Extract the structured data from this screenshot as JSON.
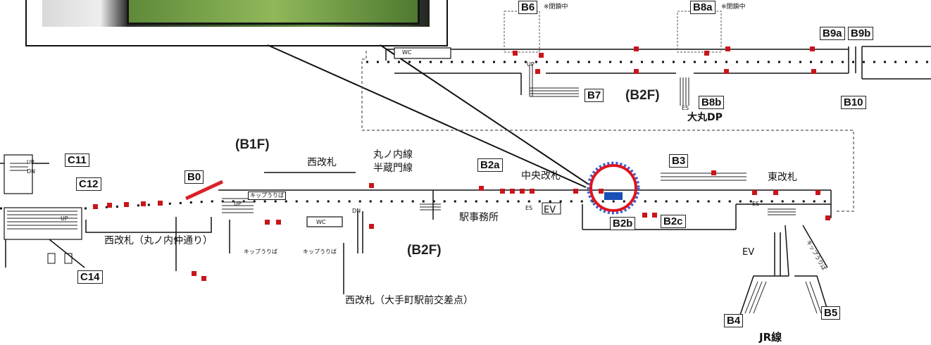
{
  "floors": {
    "b1f": "(B1F)",
    "b2f_upper": "(B2F)",
    "b2f_lower": "(B2F)"
  },
  "exits": {
    "B6": "B6",
    "B8a": "B8a",
    "B9a": "B9a",
    "B9b": "B9b",
    "B7": "B7",
    "B8b": "B8b",
    "B10": "B10",
    "C11": "C11",
    "C12": "C12",
    "C14": "C14",
    "B0": "B0",
    "B2a": "B2a",
    "B3": "B3",
    "B2b": "B2b",
    "B2c": "B2c",
    "B4": "B4",
    "B5": "B5"
  },
  "notes": {
    "closed_b6": "※閉鎖中",
    "closed_b8a": "※閉鎖中"
  },
  "places": {
    "daimaru": "大丸DP",
    "west_gate": "西改札",
    "marunouchi_line": "丸ノ内線",
    "hanzomon_line": "半蔵門線",
    "central_gate": "中央改札",
    "east_gate": "東改札",
    "station_office": "駅事務所",
    "west_gate_naka": "西改札（丸ノ内仲通り）",
    "west_gate_ote": "西改札（大手町駅前交差点）",
    "jr_line": "JR線"
  },
  "small_labels": {
    "wc_top": "WC",
    "wc_mid": "WC",
    "up": "UP",
    "dn": "DN",
    "ev": "EV",
    "es": "ES",
    "ticket1": "キップうりば",
    "ticket2": "キップうりば",
    "ticket3": "キップうりば",
    "ticket4": "キップうりば"
  },
  "colors": {
    "marker_red": "#c8151b",
    "highlight_ring": "#e0141e",
    "dashed_ring": "#3a5fd0",
    "location_blue": "#1a4fb5",
    "crosswalk_red": "#d8232a"
  }
}
